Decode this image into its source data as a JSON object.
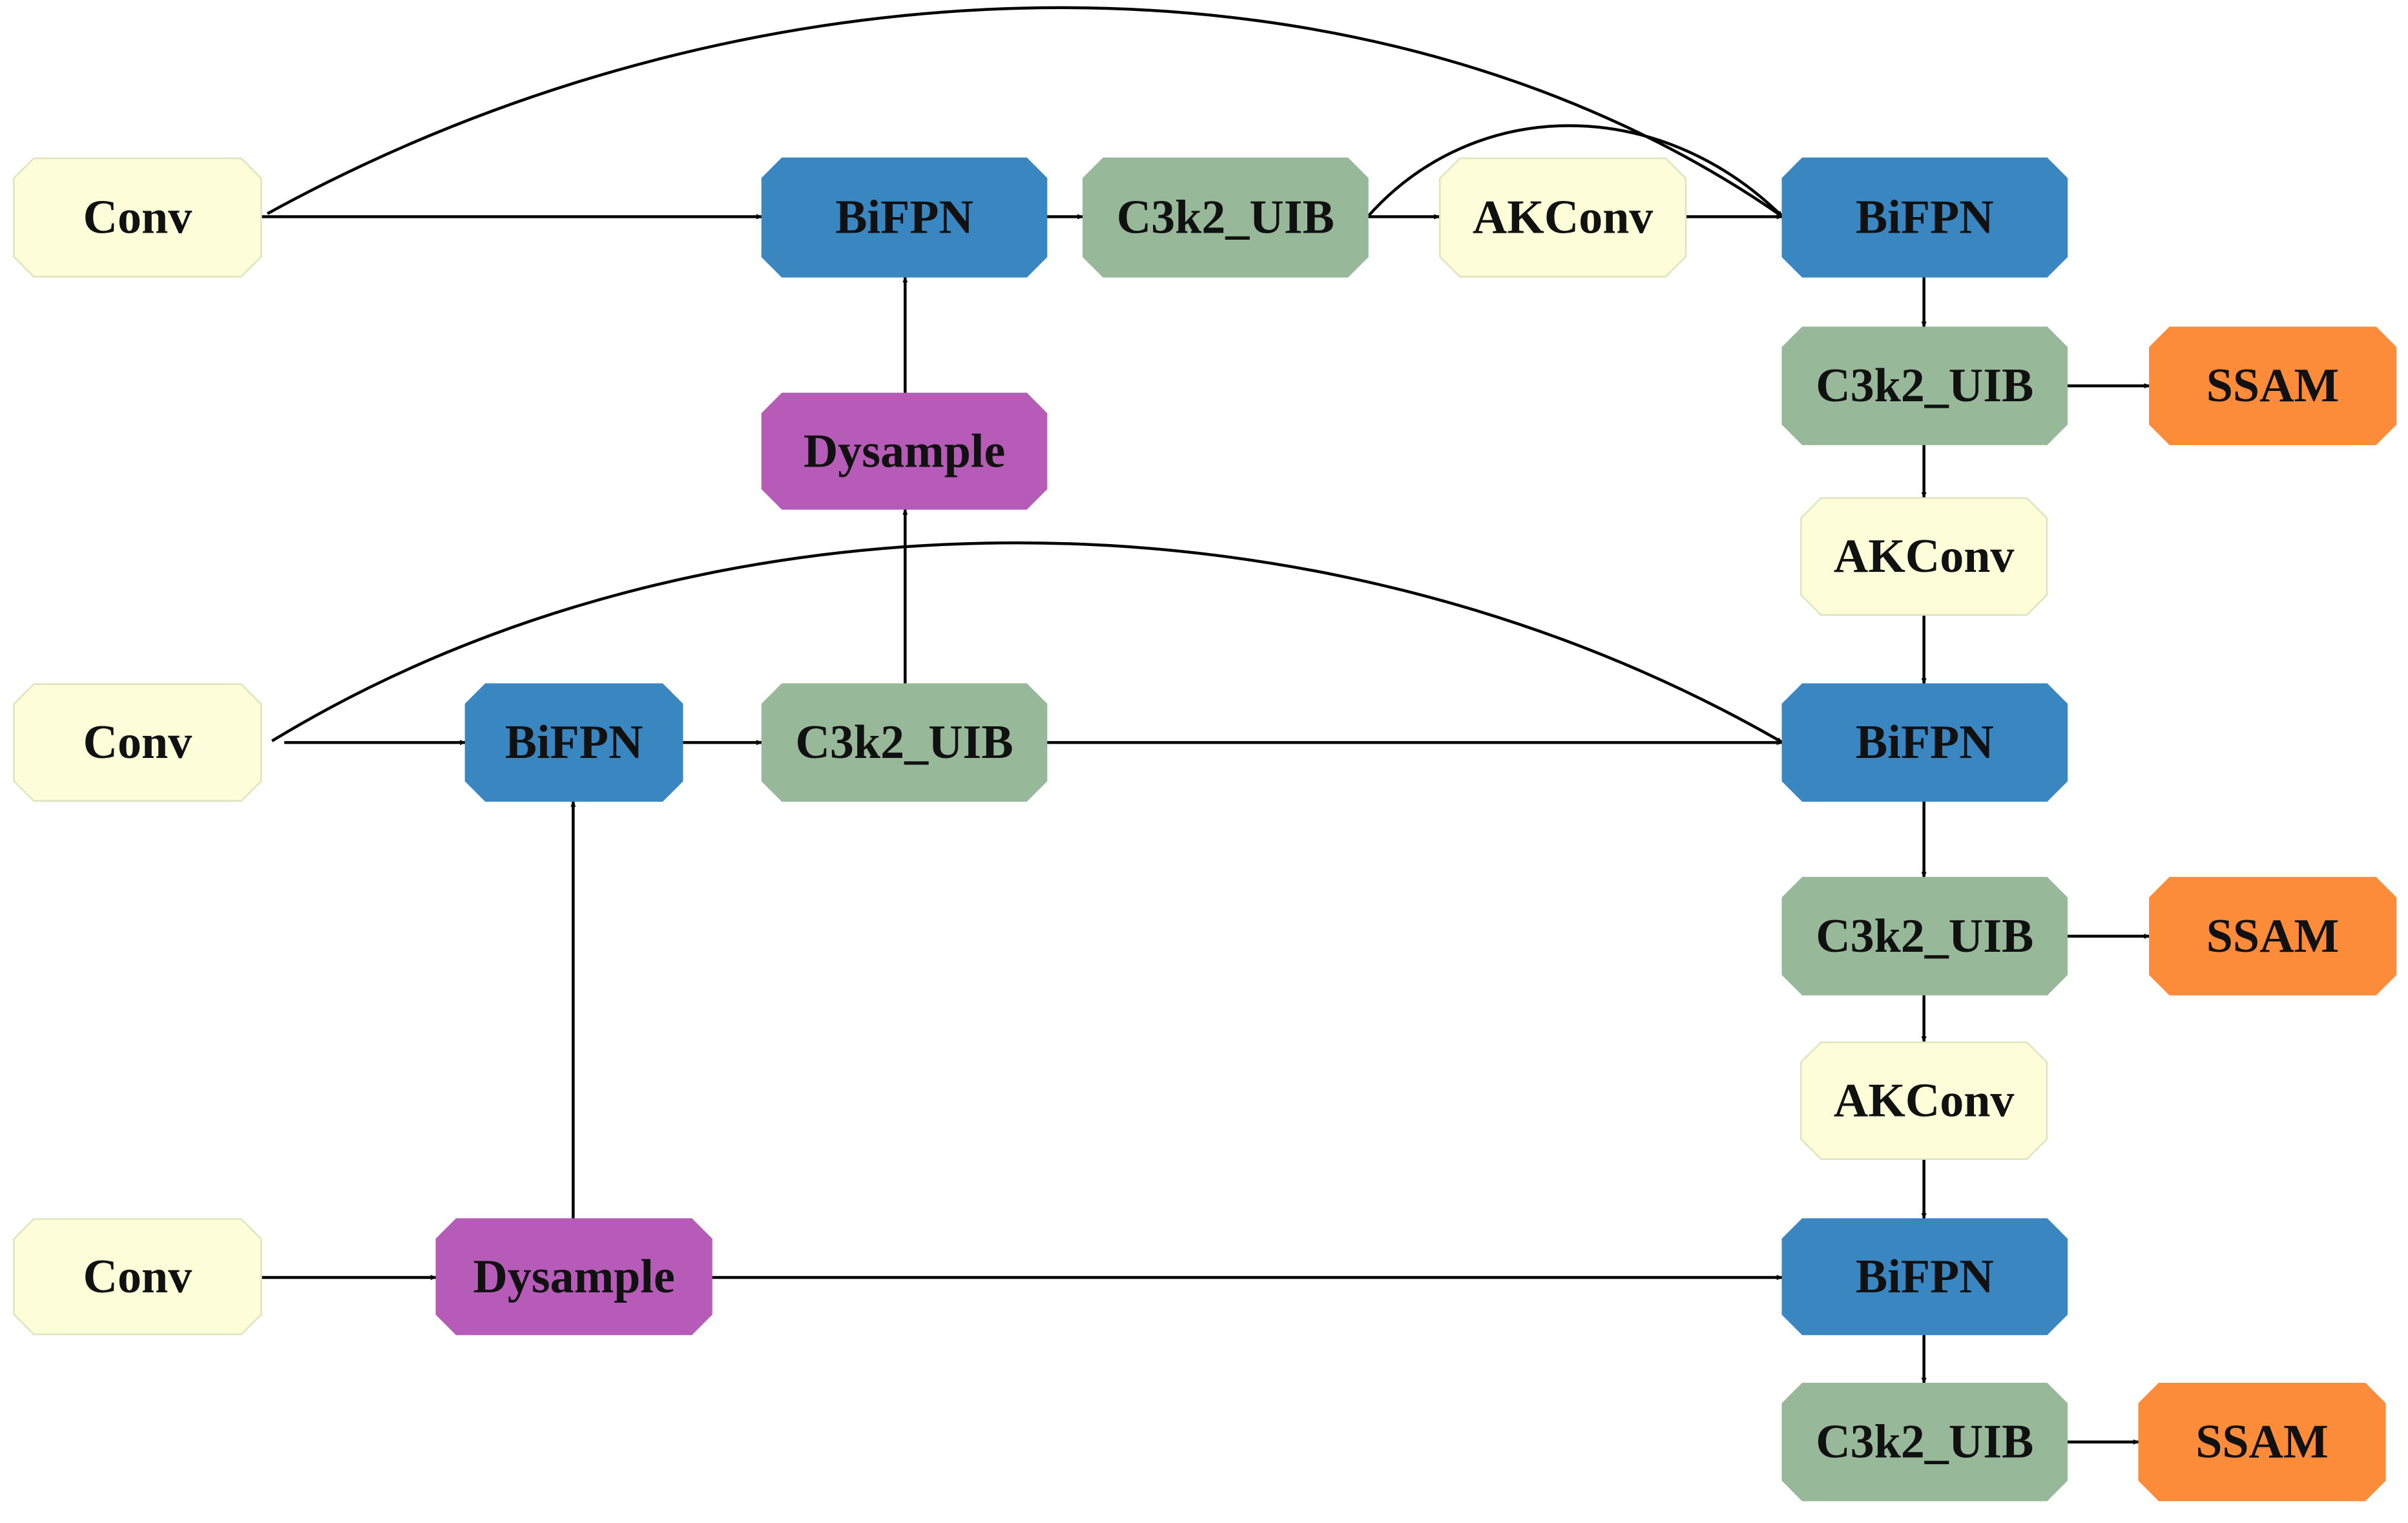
{
  "colors": {
    "Conv": "#fdfed9",
    "AKConv": "#fdfed9",
    "BiFPN": "#3a86c1",
    "C3k2_UIB": "#97b999",
    "Dysample": "#b65cb8",
    "SSAM": "#fd8c3a",
    "light_border": "#dfe4bd"
  },
  "nodes": [
    {
      "id": "conv-1",
      "type": "Conv",
      "label": "Conv"
    },
    {
      "id": "conv-2",
      "type": "Conv",
      "label": "Conv"
    },
    {
      "id": "conv-3",
      "type": "Conv",
      "label": "Conv"
    },
    {
      "id": "bifpn-top",
      "type": "BiFPN",
      "label": "BiFPN"
    },
    {
      "id": "c3k2-uib-top",
      "type": "C3k2_UIB",
      "label": "C3k2_UIB"
    },
    {
      "id": "akconv-top",
      "type": "AKConv",
      "label": "AKConv"
    },
    {
      "id": "dysample-mid",
      "type": "Dysample",
      "label": "Dysample"
    },
    {
      "id": "bifpn-mid",
      "type": "BiFPN",
      "label": "BiFPN"
    },
    {
      "id": "c3k2-uib-mid",
      "type": "C3k2_UIB",
      "label": "C3k2_UIB"
    },
    {
      "id": "dysample-low",
      "type": "Dysample",
      "label": "Dysample"
    },
    {
      "id": "bifpn-r1",
      "type": "BiFPN",
      "label": "BiFPN"
    },
    {
      "id": "c3k2-uib-r1",
      "type": "C3k2_UIB",
      "label": "C3k2_UIB"
    },
    {
      "id": "ssam-1",
      "type": "SSAM",
      "label": "SSAM"
    },
    {
      "id": "akconv-r1",
      "type": "AKConv",
      "label": "AKConv"
    },
    {
      "id": "bifpn-r2",
      "type": "BiFPN",
      "label": "BiFPN"
    },
    {
      "id": "c3k2-uib-r2",
      "type": "C3k2_UIB",
      "label": "C3k2_UIB"
    },
    {
      "id": "ssam-2",
      "type": "SSAM",
      "label": "SSAM"
    },
    {
      "id": "akconv-r2",
      "type": "AKConv",
      "label": "AKConv"
    },
    {
      "id": "bifpn-r3",
      "type": "BiFPN",
      "label": "BiFPN"
    },
    {
      "id": "c3k2-uib-r3",
      "type": "C3k2_UIB",
      "label": "C3k2_UIB"
    },
    {
      "id": "ssam-3",
      "type": "SSAM",
      "label": "SSAM"
    }
  ],
  "edges": [
    {
      "from": "conv-1",
      "to": "bifpn-top"
    },
    {
      "from": "conv-1",
      "to": "bifpn-r1",
      "style": "curved"
    },
    {
      "from": "bifpn-top",
      "to": "c3k2-uib-top"
    },
    {
      "from": "c3k2-uib-top",
      "to": "akconv-top"
    },
    {
      "from": "c3k2-uib-top",
      "to": "bifpn-r1",
      "style": "curved"
    },
    {
      "from": "akconv-top",
      "to": "bifpn-r1"
    },
    {
      "from": "dysample-mid",
      "to": "bifpn-top"
    },
    {
      "from": "c3k2-uib-mid",
      "to": "dysample-mid"
    },
    {
      "from": "conv-2",
      "to": "bifpn-mid"
    },
    {
      "from": "conv-2",
      "to": "bifpn-r2",
      "style": "curved"
    },
    {
      "from": "bifpn-mid",
      "to": "c3k2-uib-mid"
    },
    {
      "from": "c3k2-uib-mid",
      "to": "bifpn-r2"
    },
    {
      "from": "dysample-low",
      "to": "bifpn-mid"
    },
    {
      "from": "conv-3",
      "to": "dysample-low"
    },
    {
      "from": "dysample-low",
      "to": "bifpn-r3"
    },
    {
      "from": "bifpn-r1",
      "to": "c3k2-uib-r1"
    },
    {
      "from": "c3k2-uib-r1",
      "to": "ssam-1"
    },
    {
      "from": "c3k2-uib-r1",
      "to": "akconv-r1"
    },
    {
      "from": "akconv-r1",
      "to": "bifpn-r2"
    },
    {
      "from": "bifpn-r2",
      "to": "c3k2-uib-r2"
    },
    {
      "from": "c3k2-uib-r2",
      "to": "ssam-2"
    },
    {
      "from": "c3k2-uib-r2",
      "to": "akconv-r2"
    },
    {
      "from": "akconv-r2",
      "to": "bifpn-r3"
    },
    {
      "from": "bifpn-r3",
      "to": "c3k2-uib-r3"
    },
    {
      "from": "c3k2-uib-r3",
      "to": "ssam-3"
    }
  ]
}
